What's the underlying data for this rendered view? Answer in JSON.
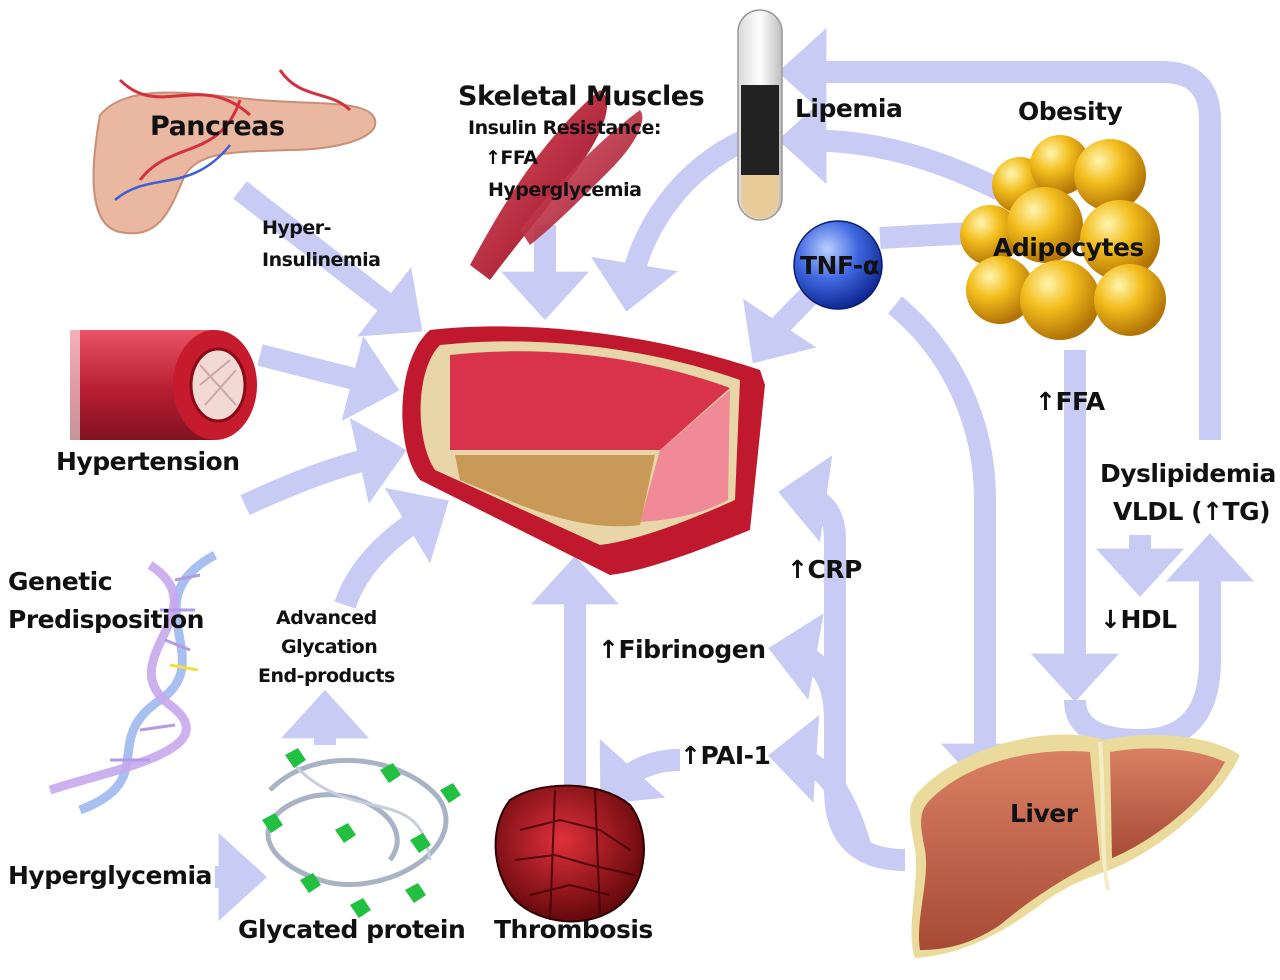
{
  "diagram": {
    "title": "Risk factors converging on the arterial wall",
    "colors": {
      "arrow": "#c8cbf3",
      "artery_outer": "#c0182c",
      "artery_inner": "#e4506a",
      "plaque": "#c9a25a",
      "liver": "#c0654a",
      "liver_capsule": "#eadb9c",
      "adipocyte": "#f0b414",
      "tnf_sphere": "#1f45c9",
      "muscle": "#b8142a",
      "test_tube_fill": "#e8cb96",
      "dna_strand": "#9fb8ef",
      "glycation_green": "#22c040",
      "thrombus": "#b4101c",
      "pancreas": "#e9b5a0",
      "text": "#111111"
    },
    "nodes": {
      "pancreas": "Pancreas",
      "hyperinsulinemia": [
        "Hyper-",
        "Insulinemia"
      ],
      "skeletal_muscles": "Skeletal Muscles",
      "insulin_resistance": "Insulin Resistance:",
      "ffa_muscle": "↑FFA",
      "hyperglycemia_muscle": "Hyperglycemia",
      "lipemia": "Lipemia",
      "obesity": "Obesity",
      "adipocytes": "Adipocytes",
      "tnf": "TNF-α",
      "hypertension": "Hypertension",
      "genetic": [
        "Genetic",
        "Predisposition"
      ],
      "age": [
        "Advanced",
        "Glycation",
        "End-products"
      ],
      "hyperglycemia": "Hyperglycemia",
      "glycated_protein": "Glycated protein",
      "thrombosis": "Thrombosis",
      "crp": "↑CRP",
      "fibrinogen": "↑Fibrinogen",
      "pai1": "↑PAI-1",
      "ffa_adipose": "↑FFA",
      "dyslipidemia": "Dyslipidemia",
      "vldl": "VLDL (↑TG)",
      "hdl": "↓HDL",
      "liver": "Liver"
    }
  }
}
